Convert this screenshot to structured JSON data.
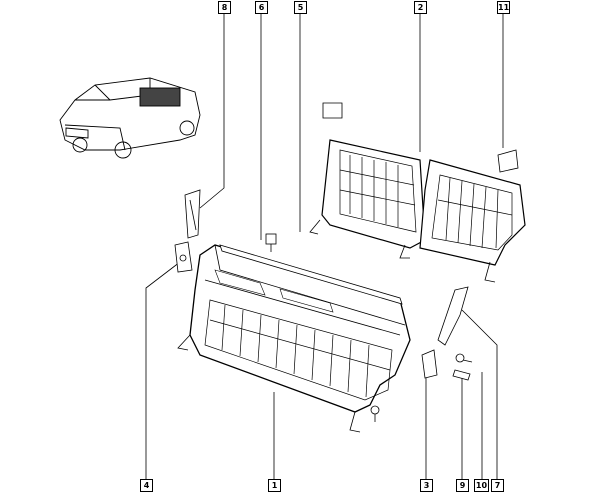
{
  "title": "Rear seat parts diagram",
  "callouts": {
    "top": [
      {
        "id": "8",
        "label": "8"
      },
      {
        "id": "6",
        "label": "6"
      },
      {
        "id": "5",
        "label": "5"
      },
      {
        "id": "2",
        "label": "2"
      },
      {
        "id": "11",
        "label": "11"
      }
    ],
    "bottom": [
      {
        "id": "4",
        "label": "4"
      },
      {
        "id": "1",
        "label": "1"
      },
      {
        "id": "3",
        "label": "3"
      },
      {
        "id": "9",
        "label": "9"
      },
      {
        "id": "10",
        "label": "10"
      },
      {
        "id": "7",
        "label": "7"
      }
    ]
  },
  "colors": {
    "line": "#000000",
    "background": "#ffffff"
  }
}
